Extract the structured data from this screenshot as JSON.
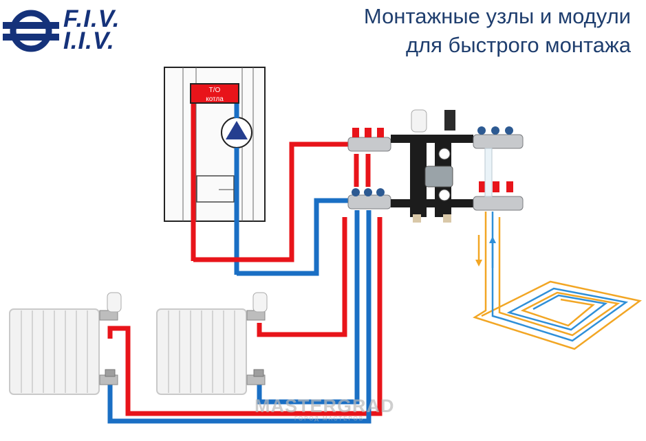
{
  "header": {
    "title_line1": "Монтажные узлы и модули",
    "title_line2": "для быстрого монтажа"
  },
  "logo": {
    "brand_line1": "F.I.V.",
    "brand_line2": "I.I.V."
  },
  "boiler": {
    "heat_exchanger_label": "Т/О\nкотла"
  },
  "watermark": {
    "name": "MASTERGRAD",
    "tagline": "ГОРОД МАСТЕРОВ"
  },
  "colors": {
    "title": "#1f3e6e",
    "brand": "#15327a",
    "supply_pipe": "#e8141a",
    "return_pipe": "#1a6fc4",
    "floor_loop_orange": "#f2a624",
    "floor_loop_blue": "#2f8fd8"
  }
}
